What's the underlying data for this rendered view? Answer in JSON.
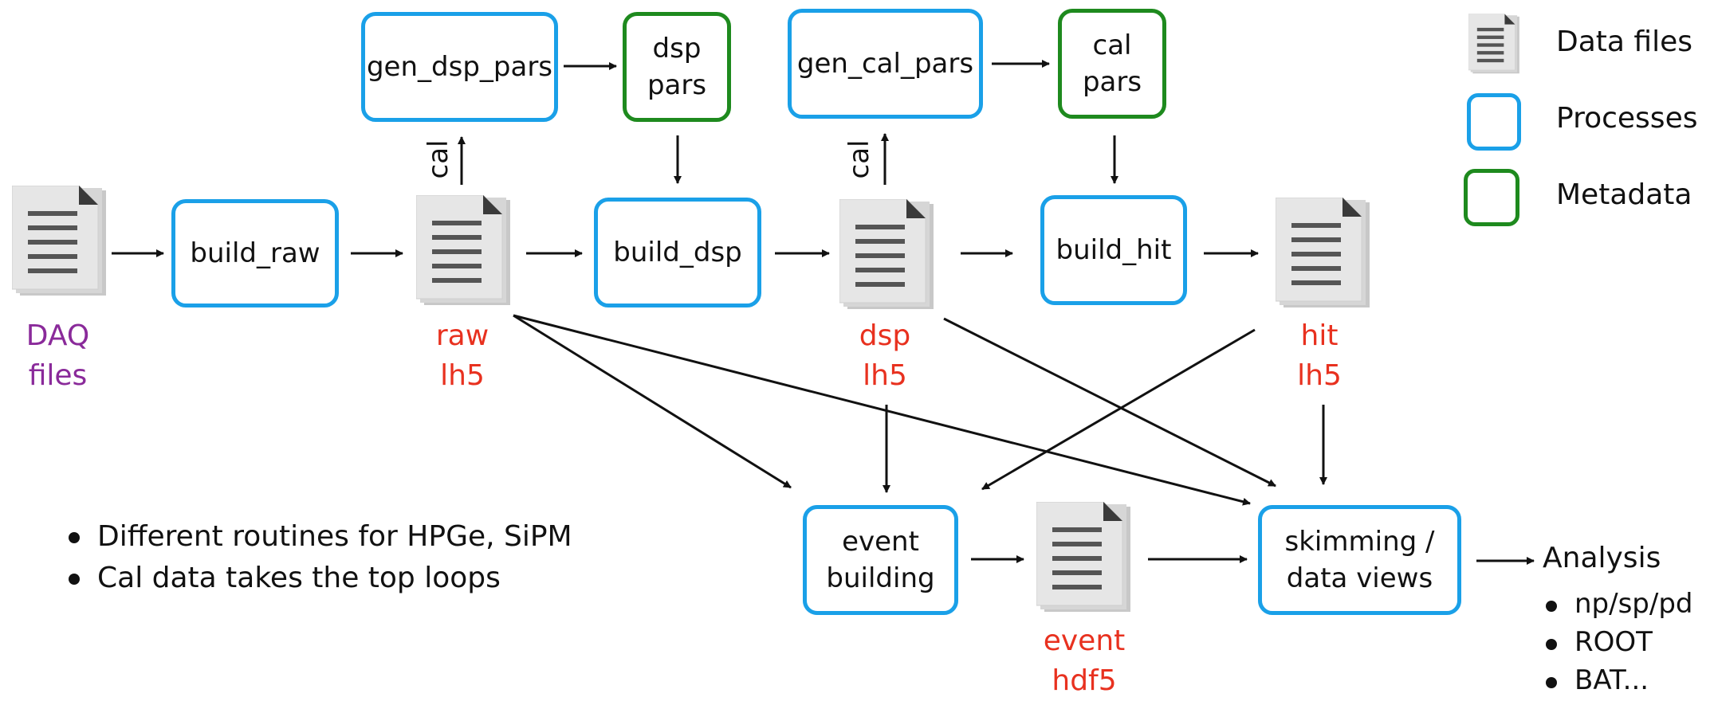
{
  "processes": {
    "build_raw": "build_raw",
    "gen_dsp_pars": "gen_dsp_pars",
    "build_dsp": "build_dsp",
    "gen_cal_pars": "gen_cal_pars",
    "build_hit": "build_hit",
    "event_building": "event\nbuilding",
    "skimming": "skimming /\ndata views"
  },
  "metadata": {
    "dsp_pars": "dsp\npars",
    "cal_pars": "cal\npars"
  },
  "files": {
    "daq": "DAQ\nfiles",
    "raw": "raw\nlh5",
    "dsp": "dsp\nlh5",
    "hit": "hit\nlh5",
    "event": "event\nhdf5"
  },
  "cal_label": "cal",
  "notes": [
    "Different routines for HPGe, SiPM",
    "Cal data takes the top loops"
  ],
  "analysis": {
    "title": "Analysis",
    "items": [
      "np/sp/pd",
      "ROOT",
      "BAT..."
    ]
  },
  "legend": [
    {
      "label": "Data files"
    },
    {
      "label": "Processes"
    },
    {
      "label": "Metadata"
    }
  ],
  "colors": {
    "process_border": "#1aa0e8",
    "metadata_border": "#1e8a1e",
    "file_label": "#e8311f",
    "daq_label": "#8a2a9a"
  }
}
